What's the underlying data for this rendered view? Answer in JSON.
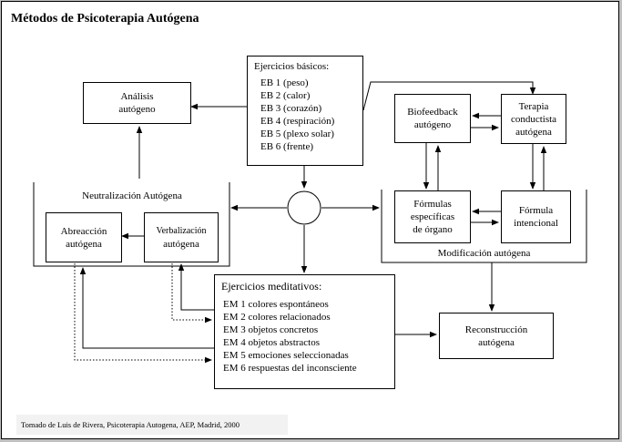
{
  "title": "Métodos de Psicoterapia Autógena",
  "basic": {
    "heading": "Ejercicios básicos:",
    "items": [
      "EB 1 (peso)",
      "EB 2 (calor)",
      "EB 3 (corazón)",
      "EB 4 (respiración)",
      "EB 5 (plexo solar)",
      "EB 6 (frente)"
    ]
  },
  "analysis": {
    "line1": "Análisis",
    "line2": "autógeno"
  },
  "neutralization": {
    "label": "Neutralización Autógena",
    "abreaction": {
      "line1": "Abreacción",
      "line2": "autógena"
    },
    "verbalization": {
      "line1": "Verbalización",
      "line2": "autógena"
    }
  },
  "modification": {
    "label": "Modificación autógena",
    "biofeedback": {
      "line1": "Biofeedback",
      "line2": "autógeno"
    },
    "behavior": {
      "line1": "Terapia",
      "line2": "conductista",
      "line3": "autógena"
    },
    "organ": {
      "line1": "Fórmulas",
      "line2": "específicas",
      "line3": "de órgano"
    },
    "intentional": {
      "line1": "Fórmula",
      "line2": "intencional"
    }
  },
  "meditative": {
    "heading": "Ejercicios meditativos:",
    "items": [
      "EM 1 colores espontáneos",
      "EM 2 colores relacionados",
      "EM 3 objetos concretos",
      "EM 4 objetos abstractos",
      "EM 5 emociones seleccionadas",
      "EM 6 respuestas del inconsciente"
    ]
  },
  "reconstruction": {
    "line1": "Reconstrucción",
    "line2": "autógena"
  },
  "footnote": "Tomado de Luis de Rivera, Psicoterapia Autogena, AEP, Madrid, 2000"
}
